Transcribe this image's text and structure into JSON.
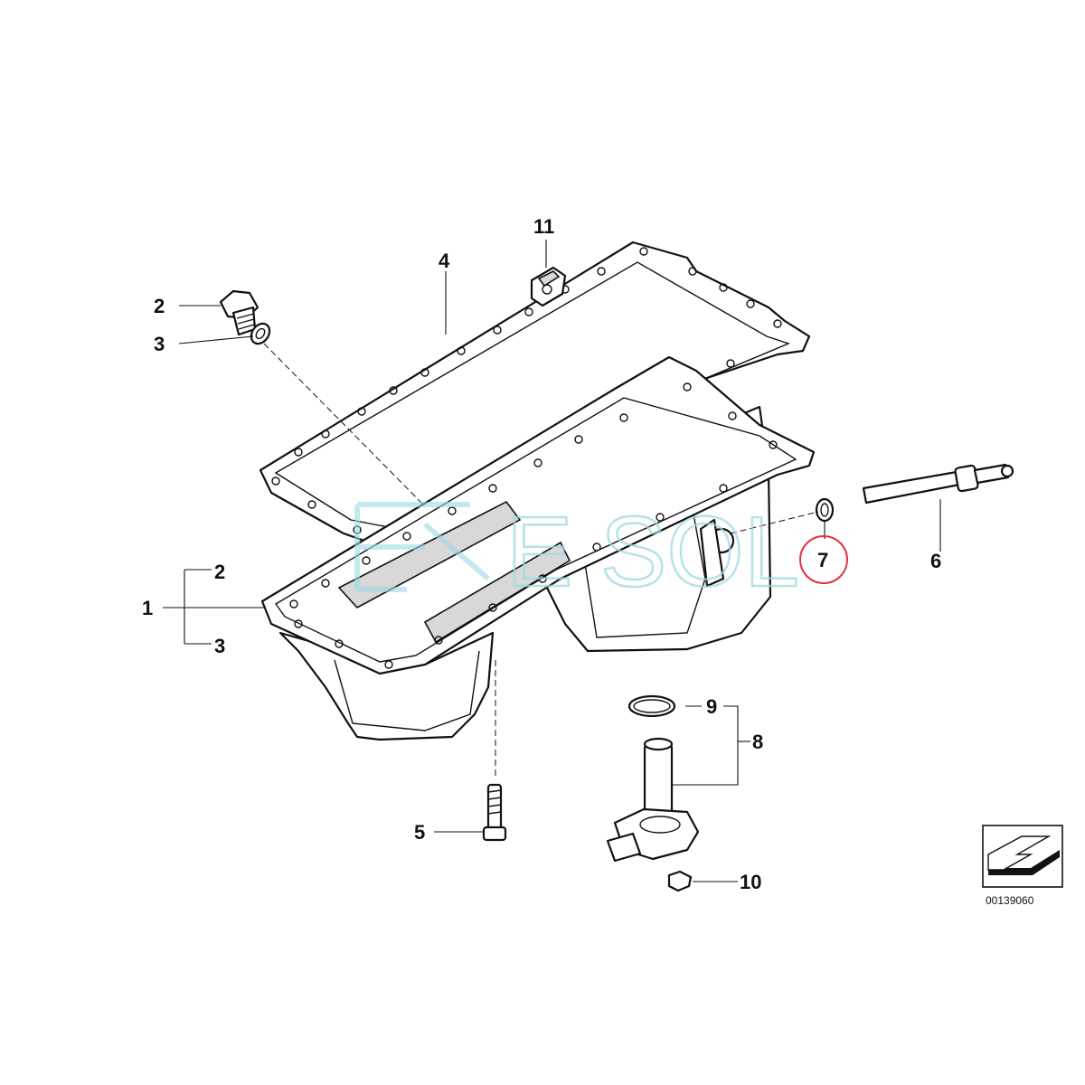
{
  "diagram": {
    "callouts": {
      "c1": "1",
      "c2a": "2",
      "c3a": "3",
      "c2b": "2",
      "c3b": "3",
      "c4": "4",
      "c5": "5",
      "c6": "6",
      "c7": "7",
      "c8": "8",
      "c9": "9",
      "c10": "10",
      "c11": "11"
    },
    "highlighted_callout": "7",
    "highlight_color": "#e0303a",
    "diagram_code": "00139060",
    "watermark": "E SOL",
    "watermark_color": "#9fd8e4"
  }
}
